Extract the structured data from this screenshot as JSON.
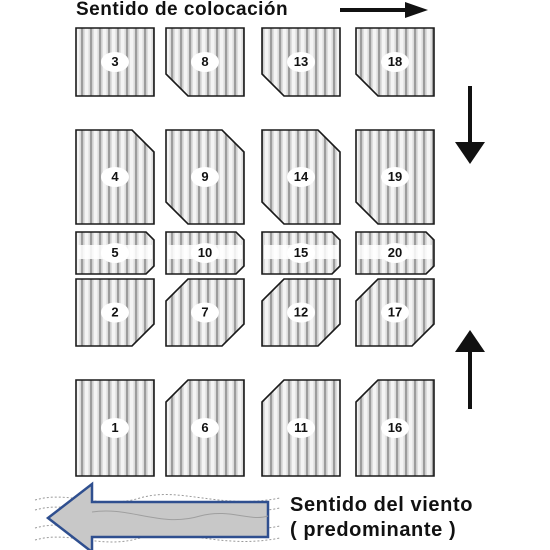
{
  "title": "Sentido de colocación",
  "wind_label": {
    "line1": "Sentido del viento",
    "line2": "( predominante )"
  },
  "colors": {
    "outline": "#1a1a1a",
    "stripe": "#a9a9a9",
    "panel_bg": "#f2f2f2",
    "arrow": "#111111",
    "wind_arrow_fill": "#c4c4c4",
    "wind_arrow_stroke": "#2f4f8f"
  },
  "icons": {
    "direction_arrows": [
      "arrow-right-icon",
      "arrow-down-icon",
      "arrow-up-icon"
    ],
    "wind_arrow": "arrow-left-icon"
  },
  "panels": [
    {
      "label": "3"
    },
    {
      "label": "8"
    },
    {
      "label": "13"
    },
    {
      "label": "18"
    },
    {
      "label": "4"
    },
    {
      "label": "9"
    },
    {
      "label": "14"
    },
    {
      "label": "19"
    },
    {
      "label": "5"
    },
    {
      "label": "10"
    },
    {
      "label": "15"
    },
    {
      "label": "20"
    },
    {
      "label": "2"
    },
    {
      "label": "7"
    },
    {
      "label": "12"
    },
    {
      "label": "17"
    },
    {
      "label": "1"
    },
    {
      "label": "6"
    },
    {
      "label": "11"
    },
    {
      "label": "16"
    }
  ]
}
